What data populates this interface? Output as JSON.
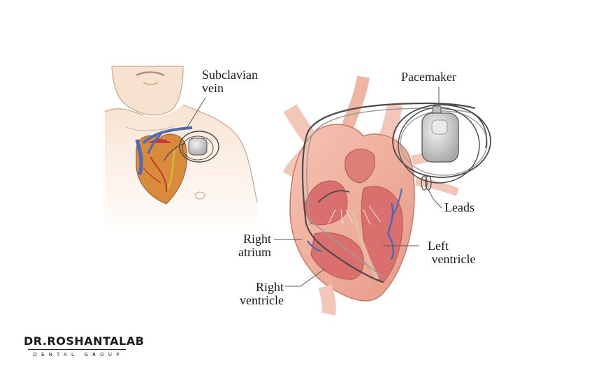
{
  "labels": {
    "subclavian_vein": [
      "Subclavian",
      "vein"
    ],
    "pacemaker": [
      "Pacemaker"
    ],
    "leads": [
      "Leads"
    ],
    "right_atrium": [
      "Right",
      "atrium"
    ],
    "left_ventricle": [
      "Left",
      "ventricle"
    ],
    "right_ventricle": [
      "Right",
      "ventricle"
    ]
  },
  "logo": {
    "main": "DR.ROSHANTALAB",
    "sub": "DENTAL GROUP"
  },
  "colors": {
    "skin": "#f5dcc6",
    "skin_outline": "#c9a48a",
    "heart_wall": "#eea896",
    "chamber": "#d9706e",
    "vessel_blue": "#4a69b8",
    "device_silver": "#c8c8c8",
    "lead_dark": "#4a4a4a"
  }
}
